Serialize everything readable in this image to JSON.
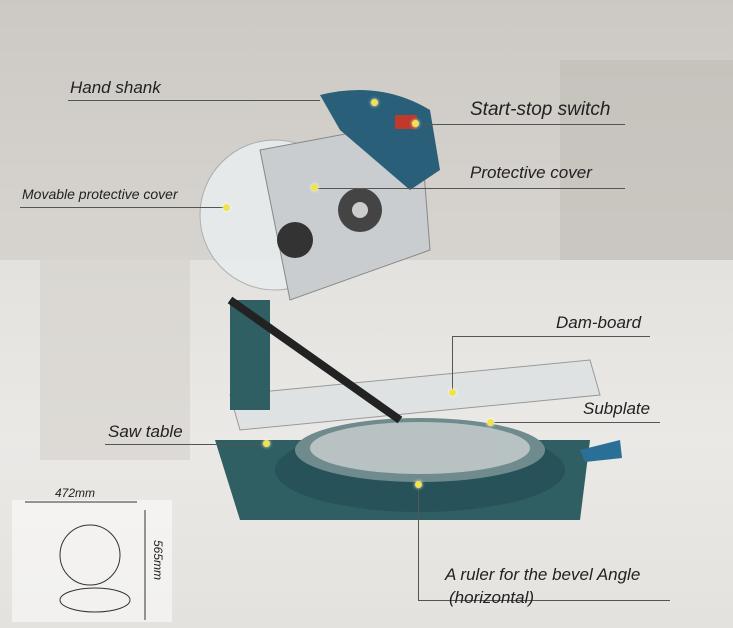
{
  "labels": {
    "hand_shank": "Hand shank",
    "start_stop_switch": "Start-stop switch",
    "protective_cover": "Protective cover",
    "movable_protective_cover": "Movable protective cover",
    "dam_board": "Dam-board",
    "subplate": "Subplate",
    "saw_table": "Saw table",
    "ruler_line1": "A ruler for the bevel Angle",
    "ruler_line2": "(horizontal)"
  },
  "dimensions": {
    "width": "472mm",
    "height": "565mm"
  },
  "colors": {
    "body": "#2f5f63",
    "marker": "#f3e34a",
    "leader": "#555555",
    "motor": "#2a5f7a"
  }
}
